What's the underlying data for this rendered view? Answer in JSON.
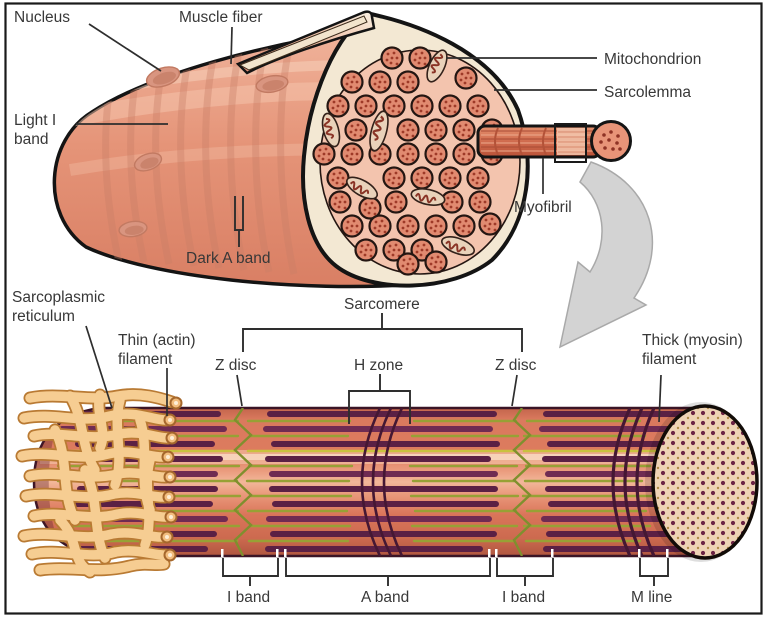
{
  "labels": {
    "nucleus": "Nucleus",
    "muscle_fiber": "Muscle fiber",
    "mitochondrion": "Mitochondrion",
    "sarcolemma": "Sarcolemma",
    "light_i_band_line1": "Light I",
    "light_i_band_line2": "band",
    "dark_a_band": "Dark A band",
    "myofibril": "Myofibril",
    "sarcoplasmic_reticulum_line1": "Sarcoplasmic",
    "sarcoplasmic_reticulum_line2": "reticulum",
    "thin_actin_filament_line1": "Thin (actin)",
    "thin_actin_filament_line2": "filament",
    "sarcomere": "Sarcomere",
    "z_disc_left": "Z disc",
    "h_zone": "H zone",
    "z_disc_right": "Z disc",
    "thick_myosin_filament_line1": "Thick (myosin)",
    "thick_myosin_filament_line2": "filament",
    "i_band_left": "I band",
    "a_band": "A band",
    "i_band_right": "I band",
    "m_line": "M line"
  },
  "colors": {
    "fiber_salmon": "#e59a82",
    "myofibril_red": "#d06b4e",
    "thick_filament_maroon": "#5b2044",
    "thin_filament_olive": "#97a135",
    "sr_orange": "#f6cd92",
    "cut_face_cream": "#eed3b5",
    "arrow_gray": "#d3d3d3",
    "outline": "#1a1a1a"
  }
}
